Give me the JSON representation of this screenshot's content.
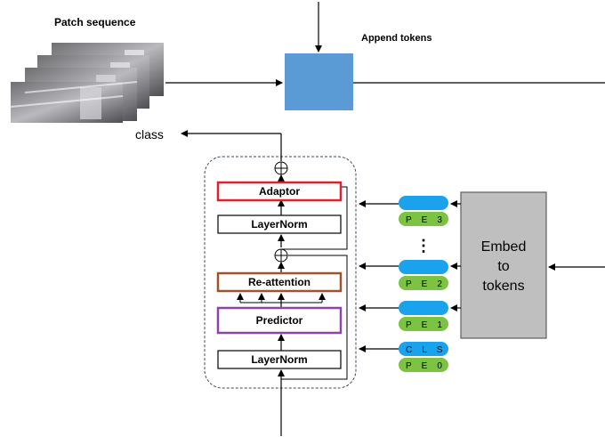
{
  "labels": {
    "patch_sequence": "Patch sequence",
    "append_tokens": "Append tokens",
    "class": "class",
    "adaptor": "Adaptor",
    "layernorm_top": "LayerNorm",
    "reattention": "Re-attention",
    "predictor": "Predictor",
    "layernorm_bottom": "LayerNorm",
    "embed_line1": "Embed",
    "embed_line2": "to",
    "embed_line3": "tokens",
    "ellipsis": "⋮"
  },
  "tokens": {
    "pe3": "PE3",
    "pe2": "PE2",
    "pe1": "PE1",
    "cls": "CLS",
    "pe0": "PE0"
  },
  "colors": {
    "token_blue": "#1aa3ec",
    "token_green": "#7cc243",
    "append_box": "#5b9bd5",
    "embed_box": "#bfbfbf",
    "adaptor_border": "#e0202a",
    "reattention_border": "#a0522d",
    "predictor_border": "#8e44ad"
  }
}
